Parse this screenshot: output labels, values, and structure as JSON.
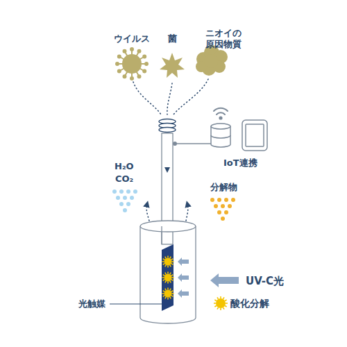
{
  "diagram": {
    "labels": [
      "ウイルス",
      "菌",
      "ニオイの 原因物質",
      "IoT連携",
      "H₂O",
      "CO₂",
      "分解物",
      "光触媒"
    ],
    "legend": [
      {
        "text": "UV-C光"
      },
      {
        "text": "酸化分解"
      }
    ]
  }
}
